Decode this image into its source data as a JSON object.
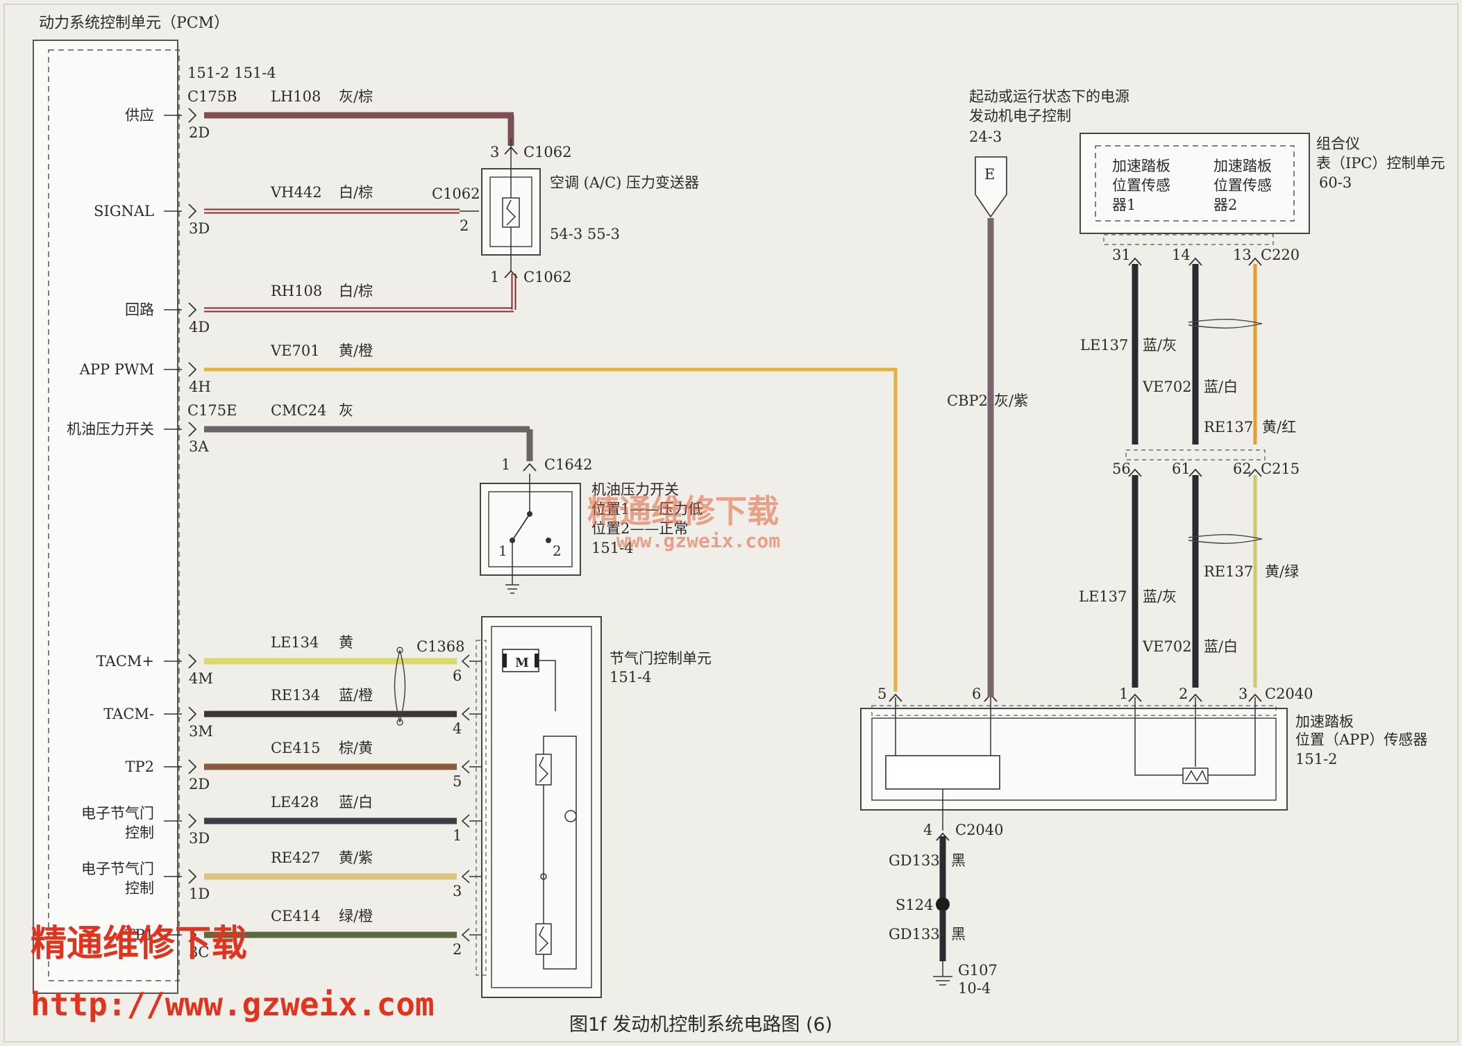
{
  "pcm": {
    "title": "动力系统控制单元（PCM）",
    "connectors_ref": "151-2  151-4"
  },
  "pcm_pins": [
    {
      "label": "供应",
      "conn": "C175B",
      "pin": "2D",
      "wire": "LH108",
      "color": "灰/棕"
    },
    {
      "label": "SIGNAL",
      "pin": "3D",
      "wire": "VH442",
      "color": "白/棕"
    },
    {
      "label": "回路",
      "pin": "4D",
      "wire": "RH108",
      "color": "白/棕"
    },
    {
      "label": "APP PWM",
      "pin": "4H",
      "wire": "VE701",
      "color": "黄/橙"
    },
    {
      "label": "机油压力开关",
      "conn": "C175E",
      "pin": "3A",
      "wire": "CMC24",
      "color": "灰"
    },
    {
      "label": "TACM+",
      "pin": "4M",
      "wire": "LE134",
      "color": "黄"
    },
    {
      "label": "TACM-",
      "pin": "3M",
      "wire": "RE134",
      "color": "蓝/橙"
    },
    {
      "label": "TP2",
      "pin": "2D",
      "wire": "CE415",
      "color": "棕/黄"
    },
    {
      "label": "电子节气门",
      "label2": "控制",
      "pin": "3D",
      "wire": "LE428",
      "color": "蓝/白"
    },
    {
      "label": "电子节气门",
      "label2": "控制",
      "pin": "1D",
      "wire": "RE427",
      "color": "黄/紫"
    },
    {
      "label": "TP1",
      "pin": "3C",
      "wire": "CE414",
      "color": "绿/橙"
    }
  ],
  "ac_sensor": {
    "title": "空调 (A/C) 压力变送器",
    "refs": "54-3   55-3",
    "conn": "C1062",
    "pin_top": "3",
    "pin_mid": "2",
    "pin_bot": "1"
  },
  "oil_switch": {
    "line1": "机油压力开关",
    "line2": "位置1——压力低",
    "line3": "位置2——正常",
    "ref": "151-4",
    "conn": "C1642",
    "pin": "1",
    "contact1": "1",
    "contact2": "2"
  },
  "throttle": {
    "title": "节气门控制单元",
    "ref": "151-4",
    "conn": "C1368",
    "motor": "M",
    "pins": [
      "6",
      "4",
      "5",
      "1",
      "3",
      "2"
    ]
  },
  "power": {
    "line1": "起动或运行状态下的电源",
    "line2": "发动机电子控制",
    "ref": "24-3",
    "letter": "E",
    "wire": "CBP2",
    "color": "灰/紫"
  },
  "ipc": {
    "title1": "组合仪",
    "title2": "表（IPC）控制单元",
    "ref": "60-3",
    "sensor1": [
      "加速踏板",
      "位置传感",
      "器1"
    ],
    "sensor2": [
      "加速踏板",
      "位置传感",
      "器2"
    ],
    "conn": "C220",
    "pins": [
      "31",
      "14",
      "13"
    ]
  },
  "ipc_wires": [
    {
      "wire": "LE137",
      "color": "蓝/灰"
    },
    {
      "wire": "VE702",
      "color": "蓝/白"
    },
    {
      "wire": "RE137",
      "color": "黄/红"
    }
  ],
  "c215": {
    "conn": "C215",
    "pins": [
      "56",
      "61",
      "62"
    ]
  },
  "lower_wires": [
    {
      "wire": "RE137",
      "color": "黄/绿"
    },
    {
      "wire": "LE137",
      "color": "蓝/灰"
    },
    {
      "wire": "VE702",
      "color": "蓝/白"
    }
  ],
  "app_sensor": {
    "title1": "加速踏板",
    "title2": "位置（APP）传感器",
    "ref": "151-2",
    "conn": "C2040",
    "pins": [
      "5",
      "6",
      "1",
      "2",
      "3"
    ]
  },
  "ground": {
    "pin": "4",
    "conn": "C2040",
    "wire1": "GD133",
    "color1": "黑",
    "splice": "S124",
    "wire2": "GD133",
    "color2": "黑",
    "gnd": "G107",
    "gnd_ref": "10-4"
  },
  "watermarks": {
    "top_cn": "精通维修下载",
    "top_url": "www.gzweix.com",
    "bottom_cn": "精通维修下载",
    "bottom_url": "http://www.gzweix.com"
  },
  "caption": "图1f  发动机控制系统电路图 (6)",
  "colors": {
    "gray_brown": "#7d4f50",
    "white_brown": "#c8a0a0",
    "yellow_orange": "#e3b23a",
    "gray": "#6a6466",
    "yellow": "#d9d96a",
    "blue_orange": "#3b3438",
    "brown_yellow": "#8a5a3c",
    "blue_white": "#3e3c44",
    "yellow_purple": "#d8c47a",
    "green_orange": "#5c6a44",
    "gray_purple": "#7a6470",
    "black": "#2c2a30",
    "yellow_red": "#e2a030",
    "yellow_green": "#c8cc70",
    "watermark": "#e0341e"
  }
}
